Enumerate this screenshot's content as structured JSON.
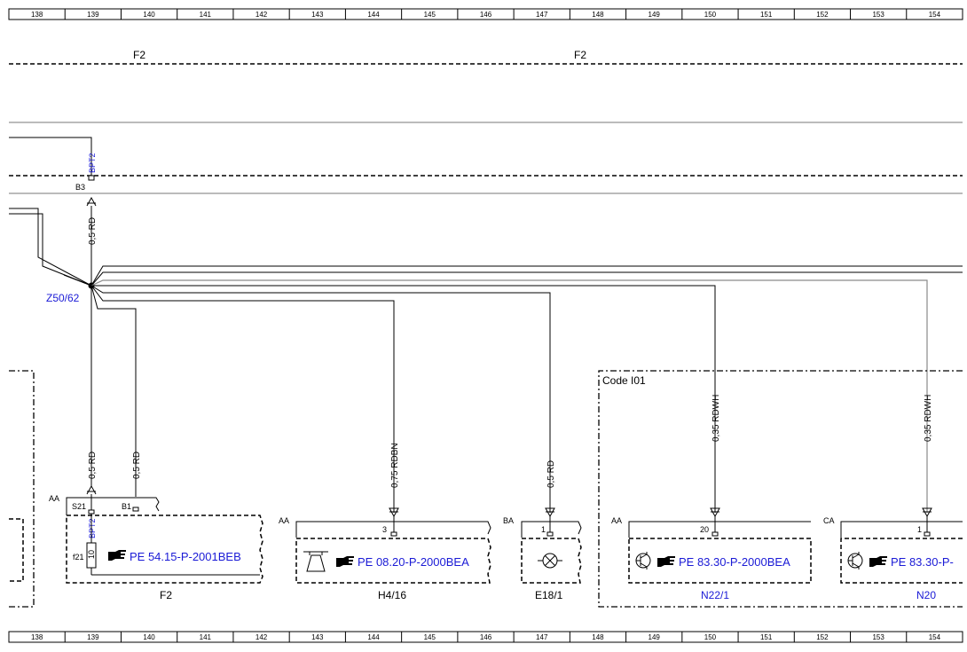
{
  "ruler": [
    "138",
    "139",
    "140",
    "141",
    "142",
    "143",
    "144",
    "145",
    "146",
    "147",
    "148",
    "149",
    "150",
    "151",
    "152",
    "153",
    "154"
  ],
  "fuse_labels": [
    "F2",
    "F2"
  ],
  "splice": {
    "id": "Z50/62"
  },
  "code_box": {
    "label": "Code I01"
  },
  "wires": {
    "w_top": "0,5 RD",
    "w_f2_a": "0,5 RD",
    "w_f2_b": "0,5 RD",
    "w_h4": "0,75 RDBN",
    "w_e18": "0,5 RD",
    "w_n22": "0,35 RDWH",
    "w_n20": "0,35 RDWH"
  },
  "connectors": {
    "bpt2_top": "BPT2",
    "b3": "B3",
    "aa_f2": "AA",
    "s21": "S21",
    "b1": "B1",
    "bpt2_f2": "BPT2",
    "f21": "f21",
    "fuse_pin": "10",
    "aa_h4": "AA",
    "pin_h4": "3",
    "ba_e18": "BA",
    "pin_e18": "1",
    "aa_n22": "AA",
    "pin_n22": "20",
    "ca_n20": "CA",
    "pin_n20": "1"
  },
  "components": {
    "f2": {
      "name": "F2",
      "ref": "PE 54.15-P-2001BEB"
    },
    "h4": {
      "name": "H4/16",
      "ref": "PE 08.20-P-2000BEA"
    },
    "e18": {
      "name": "E18/1"
    },
    "n22": {
      "name": "N22/1",
      "ref": "PE 83.30-P-2000BEA"
    },
    "n20": {
      "name": "N20",
      "ref": "PE 83.30-P-"
    }
  },
  "icons": [
    "pointing-hand-icon",
    "lamp-icon",
    "horn-icon",
    "transistor-icon",
    "fuse-icon"
  ]
}
